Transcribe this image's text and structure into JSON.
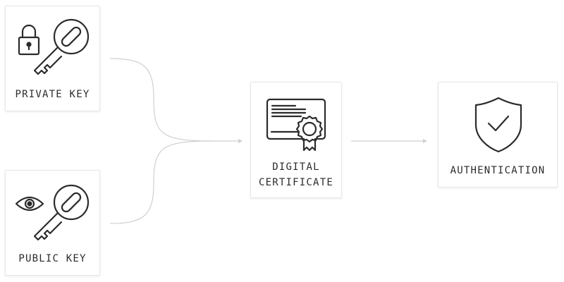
{
  "colors": {
    "ink": "#2b2b2b",
    "connector": "#d0d0d0",
    "card_border": "#e7e7e7"
  },
  "nodes": {
    "private_key": {
      "label": "PRIVATE KEY",
      "icon": "lock-key-icon"
    },
    "public_key": {
      "label": "PUBLIC KEY",
      "icon": "eye-key-icon"
    },
    "certificate": {
      "label_line1": "DIGITAL",
      "label_line2": "CERTIFICATE",
      "icon": "certificate-icon"
    },
    "authentication": {
      "label": "AUTHENTICATION",
      "icon": "shield-check-icon"
    }
  }
}
